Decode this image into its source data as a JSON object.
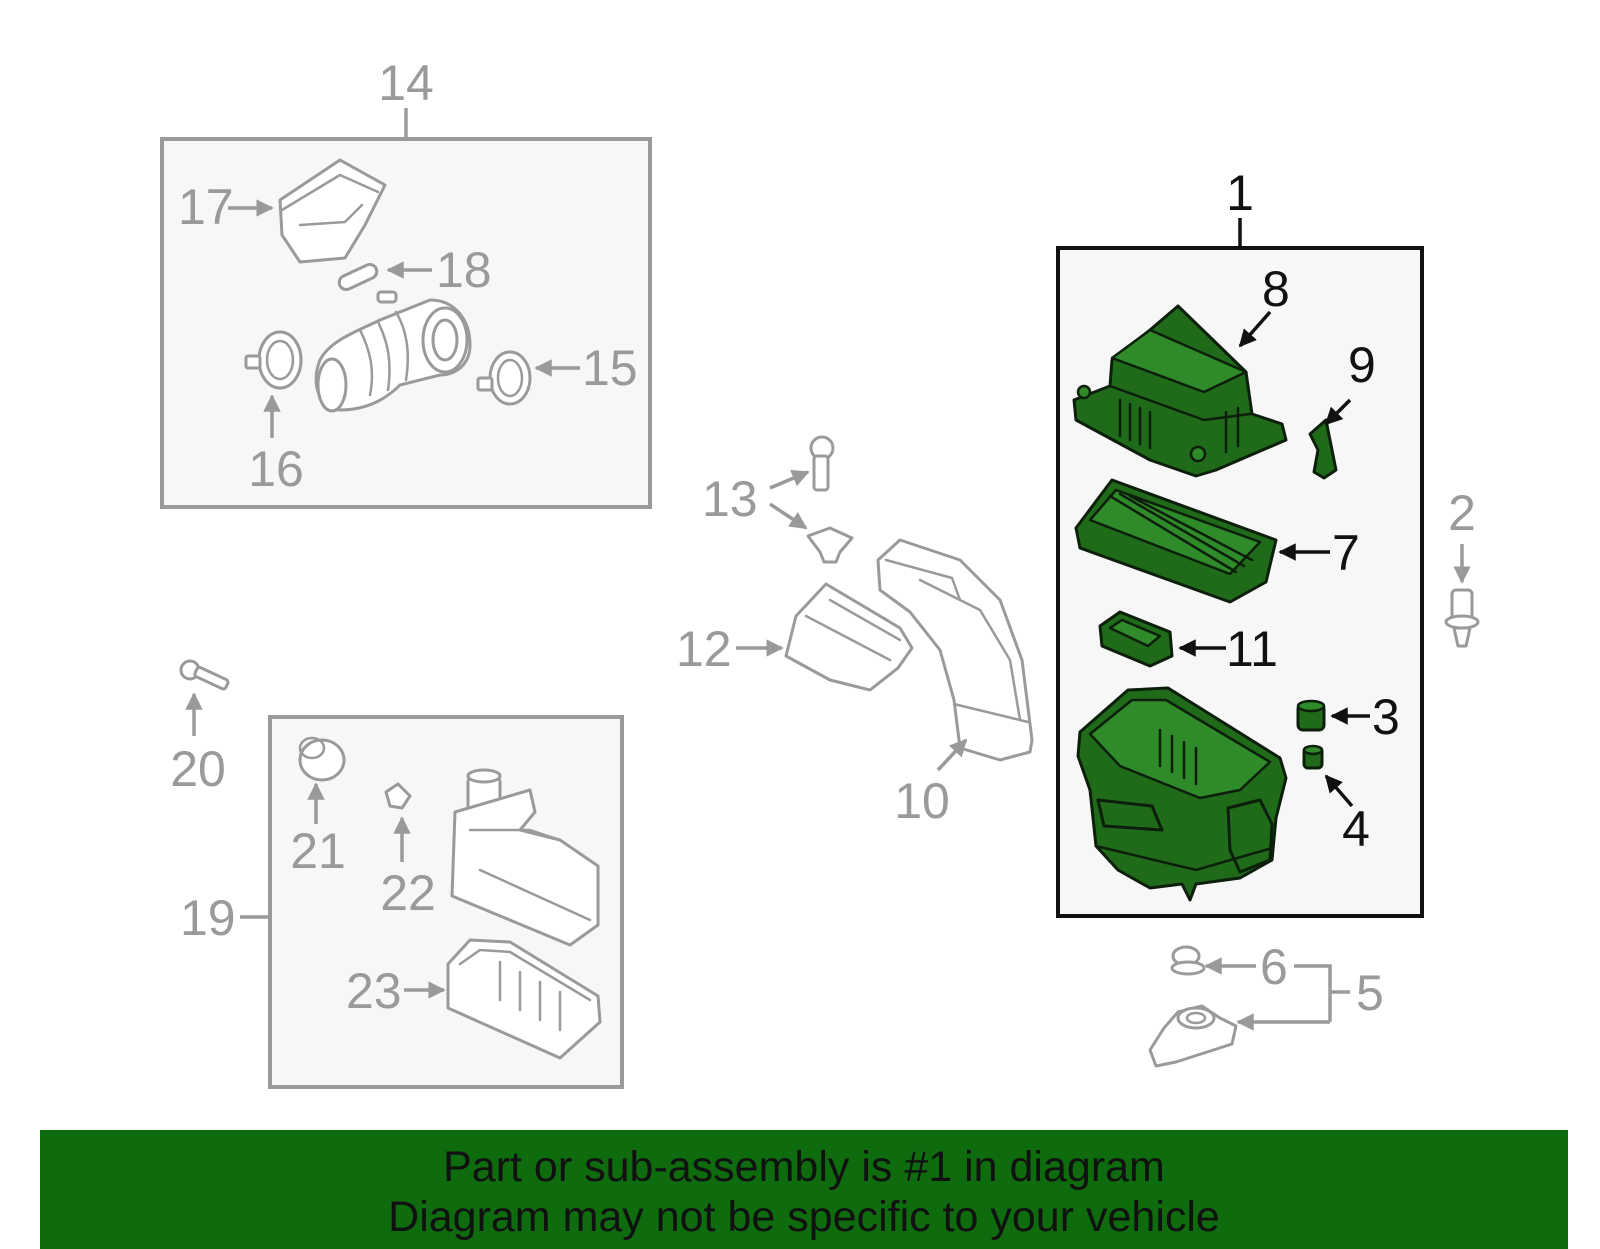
{
  "callouts": {
    "c1": "1",
    "c2": "2",
    "c3": "3",
    "c4": "4",
    "c5": "5",
    "c6": "6",
    "c7": "7",
    "c8": "8",
    "c9": "9",
    "c10": "10",
    "c11": "11",
    "c12": "12",
    "c13": "13",
    "c14": "14",
    "c15": "15",
    "c16": "16",
    "c17": "17",
    "c18": "18",
    "c19": "19",
    "c20": "20",
    "c21": "21",
    "c22": "22",
    "c23": "23"
  },
  "highlight_color": "#1f6b1a",
  "banner": {
    "line1": "Part or sub-assembly is #1 in diagram",
    "line2": "Diagram may not be specific to your vehicle",
    "background": "#0e6b0e"
  }
}
